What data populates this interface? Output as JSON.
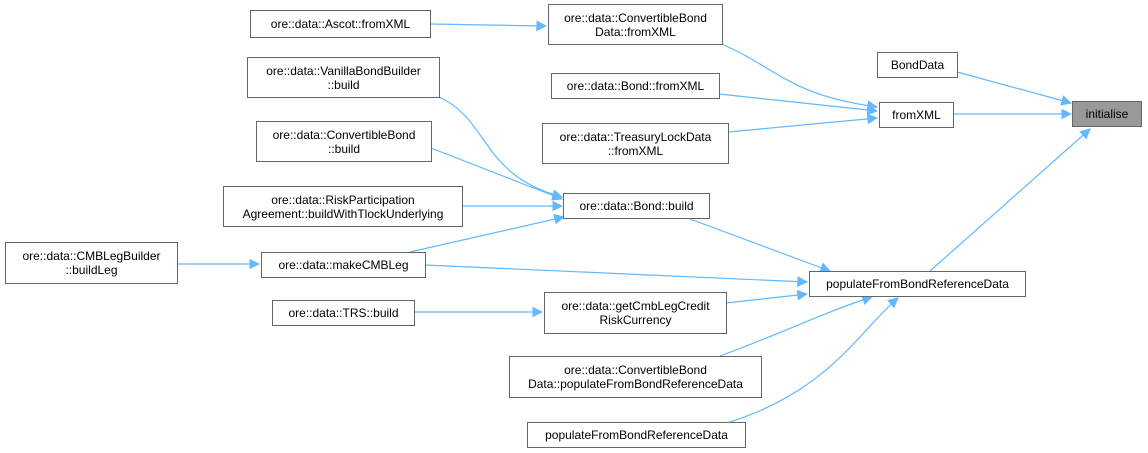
{
  "nodes": {
    "initialise": {
      "l1": "initialise"
    },
    "bonddata": {
      "l1": "BondData"
    },
    "fromxml": {
      "l1": "fromXML"
    },
    "populate": {
      "l1": "populateFromBondReferenceData"
    },
    "ascot": {
      "l1": "ore::data::Ascot::fromXML"
    },
    "cbd_fromxml": {
      "l1": "ore::data::ConvertibleBond",
      "l2": "Data::fromXML"
    },
    "bond_fromxml": {
      "l1": "ore::data::Bond::fromXML"
    },
    "treasury": {
      "l1": "ore::data::TreasuryLockData",
      "l2": "::fromXML"
    },
    "vanilla": {
      "l1": "ore::data::VanillaBondBuilder",
      "l2": "::build"
    },
    "cb_build": {
      "l1": "ore::data::ConvertibleBond",
      "l2": "::build"
    },
    "riskpart": {
      "l1": "ore::data::RiskParticipation",
      "l2": "Agreement::buildWithTlockUnderlying"
    },
    "bond_build": {
      "l1": "ore::data::Bond::build"
    },
    "cmblegbuilder": {
      "l1": "ore::data::CMBLegBuilder",
      "l2": "::buildLeg"
    },
    "makecmbleg": {
      "l1": "ore::data::makeCMBLeg"
    },
    "trs": {
      "l1": "ore::data::TRS::build"
    },
    "getcmb": {
      "l1": "ore::data::getCmbLegCredit",
      "l2": "RiskCurrency"
    },
    "cbd_populate": {
      "l1": "ore::data::ConvertibleBond",
      "l2": "Data::populateFromBondReferenceData"
    },
    "populate2": {
      "l1": "populateFromBondReferenceData"
    }
  },
  "colors": {
    "edge": "#63b8ff",
    "highlight": "#999999",
    "border": "#666666"
  }
}
